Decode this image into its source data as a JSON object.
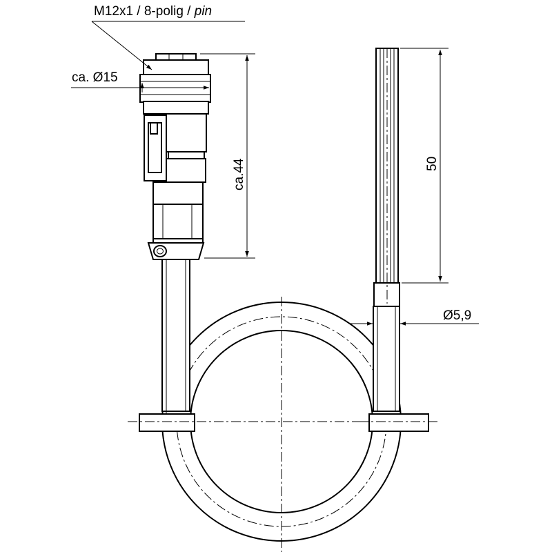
{
  "drawing": {
    "connector_label_main": "M12x1 / 8-polig / ",
    "connector_label_pin": "pin",
    "diameter_connector": "ca. Ø15",
    "length_connector": "ca.44",
    "length_probe": "50",
    "diameter_tube": "Ø5,9"
  }
}
